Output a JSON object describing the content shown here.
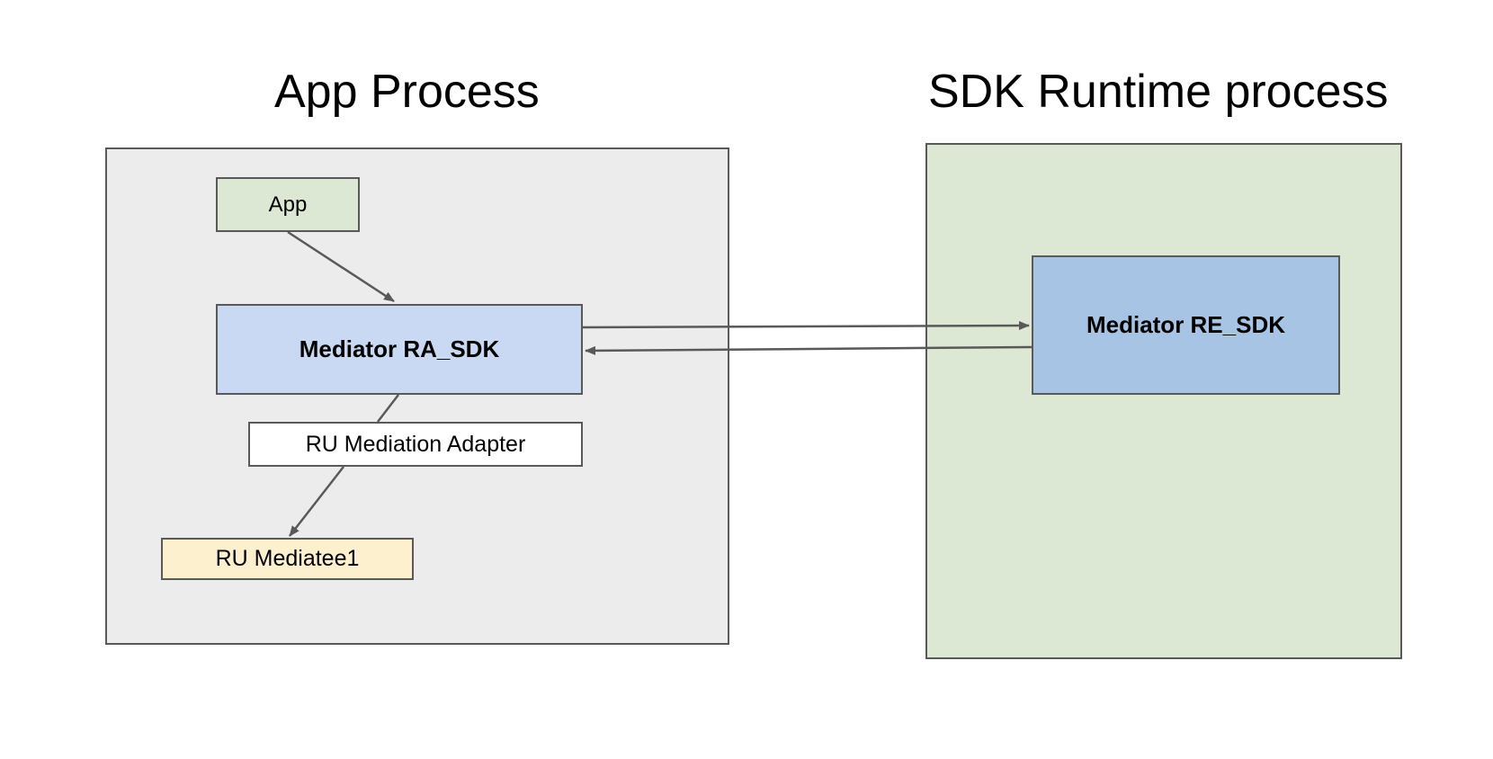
{
  "titles": {
    "app_process": "App Process",
    "sdk_runtime": "SDK Runtime process"
  },
  "nodes": {
    "app": "App",
    "mediator_ra_sdk": "Mediator RA_SDK",
    "ru_mediation_adapter": "RU Mediation Adapter",
    "ru_mediatee1": "RU Mediatee1",
    "mediator_re_sdk": "Mediator RE_SDK"
  },
  "colors": {
    "app_process_bg": "#ececec",
    "sdk_runtime_bg": "#dce8d4",
    "app_node_bg": "#dce8d4",
    "ra_sdk_bg": "#c9d9f3",
    "adapter_bg": "#ffffff",
    "mediatee_bg": "#fdf0cf",
    "re_sdk_bg": "#a8c4e4",
    "stroke": "#595959"
  },
  "edges": [
    {
      "from": "app",
      "to": "mediator_ra_sdk",
      "arrow": true
    },
    {
      "from": "mediator_ra_sdk",
      "to": "ru_mediation_adapter",
      "arrow": false
    },
    {
      "from": "ru_mediation_adapter",
      "to": "ru_mediatee1",
      "arrow": true
    },
    {
      "from": "mediator_ra_sdk",
      "to": "mediator_re_sdk",
      "arrow": true
    },
    {
      "from": "mediator_re_sdk",
      "to": "mediator_ra_sdk",
      "arrow": true
    }
  ]
}
